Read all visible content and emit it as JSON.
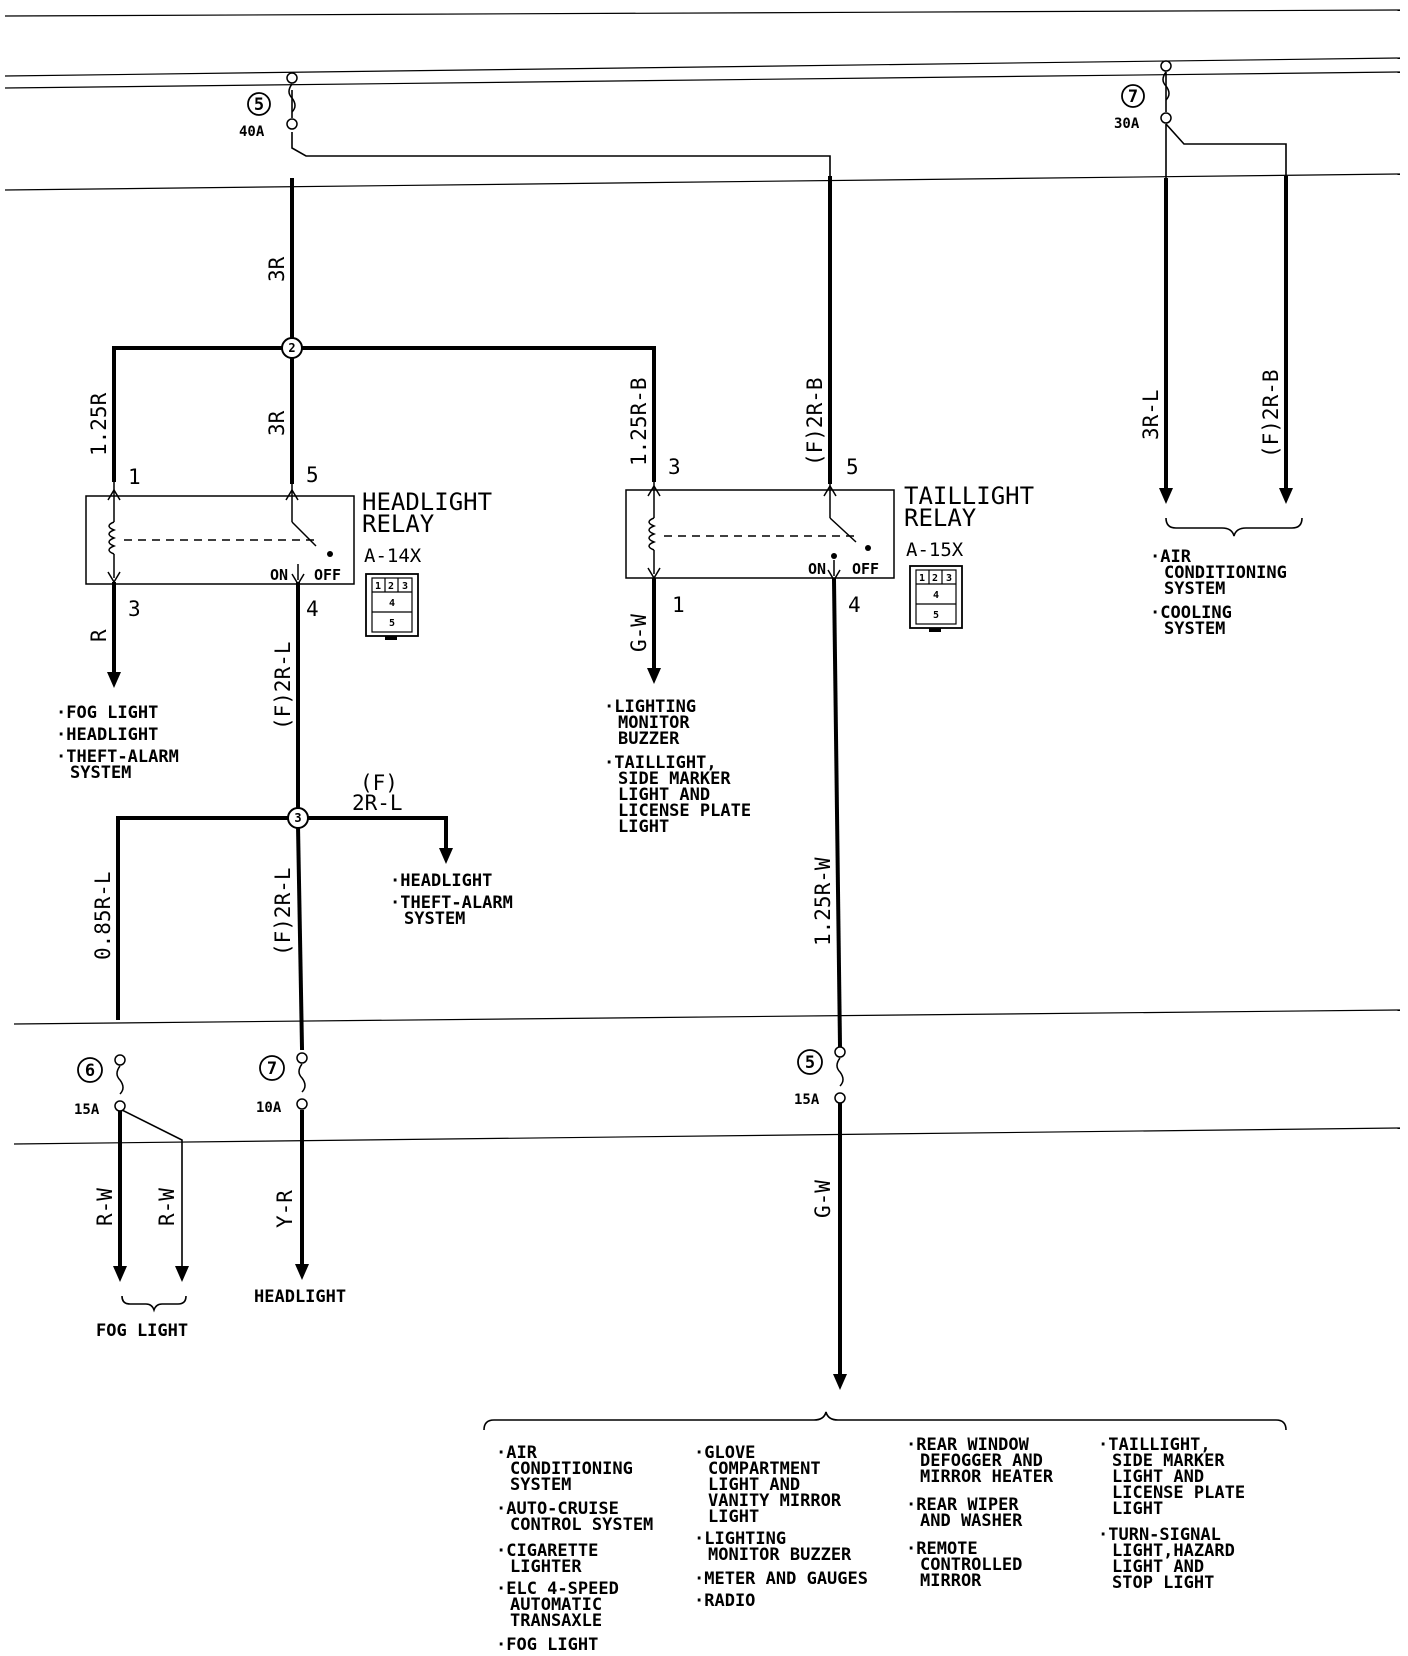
{
  "fuses": {
    "f_top_left": {
      "num": "5",
      "amp": "40A"
    },
    "f_top_right": {
      "num": "7",
      "amp": "30A"
    },
    "f_fog": {
      "num": "6",
      "amp": "15A"
    },
    "f_head": {
      "num": "7",
      "amp": "10A"
    },
    "f_tail": {
      "num": "5",
      "amp": "15A"
    }
  },
  "nodes": {
    "n1": "2",
    "n2": "3"
  },
  "wires": {
    "w_3r_top": "3R",
    "w_125r": "1.25R",
    "w_3r_mid": "3R",
    "w_125rb": "1.25R-B",
    "w_f2rb_mid": "(F)2R-B",
    "w_3rl": "3R-L",
    "w_f2rb_right": "(F)2R-B",
    "w_r": "R",
    "w_f2rl_a": "(F)2R-L",
    "w_gw_a": "G-W",
    "w_f2rl_branch_top": "(F)",
    "w_f2rl_branch_bot": "2R-L",
    "w_085rl": "0.85R-L",
    "w_f2rl_b": "(F)2R-L",
    "w_125rw": "1.25R-W",
    "w_rw1": "R-W",
    "w_rw2": "R-W",
    "w_yr": "Y-R",
    "w_gw_b": "G-W"
  },
  "headlight_relay": {
    "title1": "HEADLIGHT",
    "title2": "RELAY",
    "connector": "A-14X",
    "pin1": "1",
    "pin5": "5",
    "pin3": "3",
    "pin4": "4",
    "on": "ON",
    "off": "OFF",
    "conn_cells": [
      "1",
      "2",
      "3",
      "4",
      "5"
    ]
  },
  "taillight_relay": {
    "title1": "TAILLIGHT",
    "title2": "RELAY",
    "connector": "A-15X",
    "pin3": "3",
    "pin5": "5",
    "pin1": "1",
    "pin4": "4",
    "on": "ON",
    "off": "OFF",
    "conn_cells": [
      "1",
      "2",
      "3",
      "4",
      "5"
    ]
  },
  "labels": {
    "right_top": [
      "·AIR",
      "CONDITIONING",
      "SYSTEM",
      "·COOLING",
      "SYSTEM"
    ],
    "hl_relay_out": [
      "·FOG LIGHT",
      "·HEADLIGHT",
      "·THEFT-ALARM",
      "SYSTEM"
    ],
    "tl_relay_out": [
      "·LIGHTING",
      "MONITOR",
      "BUZZER",
      "·TAILLIGHT,",
      "SIDE MARKER",
      "LIGHT AND",
      "LICENSE PLATE",
      "LIGHT"
    ],
    "branch_out": [
      "·HEADLIGHT",
      "·THEFT-ALARM",
      "SYSTEM"
    ],
    "headlight": "HEADLIGHT",
    "fog_light": "FOG LIGHT",
    "bottom_col1": [
      "·AIR",
      "CONDITIONING",
      "SYSTEM",
      "·AUTO-CRUISE",
      "CONTROL SYSTEM",
      "·CIGARETTE",
      "LIGHTER",
      "·ELC 4-SPEED",
      "AUTOMATIC",
      "TRANSAXLE",
      "·FOG LIGHT"
    ],
    "bottom_col2": [
      "·GLOVE",
      "COMPARTMENT",
      "LIGHT AND",
      "VANITY MIRROR",
      "LIGHT",
      "·LIGHTING",
      "MONITOR BUZZER",
      "·METER AND GAUGES",
      "·RADIO"
    ],
    "bottom_col3": [
      "·REAR WINDOW",
      "DEFOGGER AND",
      "MIRROR HEATER",
      "·REAR WIPER",
      "AND WASHER",
      "·REMOTE",
      "CONTROLLED",
      "MIRROR"
    ],
    "bottom_col4": [
      "·TAILLIGHT,",
      "SIDE MARKER",
      "LIGHT AND",
      "LICENSE PLATE",
      "LIGHT",
      "·TURN-SIGNAL",
      "LIGHT,HAZARD",
      "LIGHT AND",
      "STOP LIGHT"
    ]
  }
}
